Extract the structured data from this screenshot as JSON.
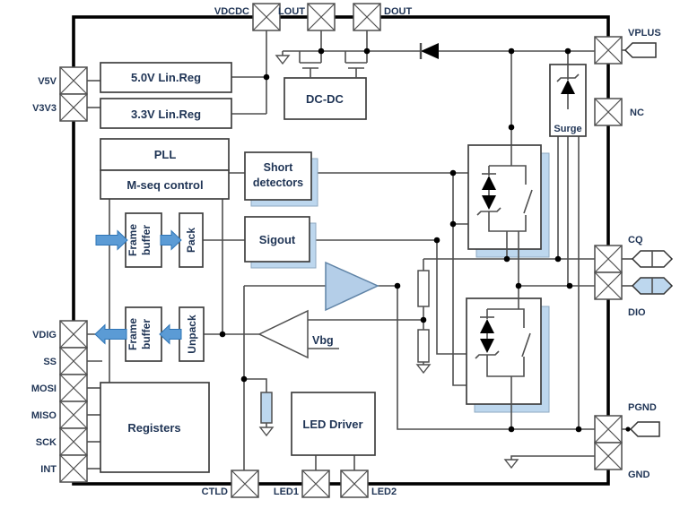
{
  "diagram_type": "ic-block-diagram",
  "labels": {
    "vdcdc": "VDCDC",
    "lout": "LOUT",
    "dout": "DOUT",
    "v5v": "V5V",
    "v3v3": "V3V3",
    "vdig": "VDIG",
    "ss": "SS",
    "mosi": "MOSI",
    "miso": "MISO",
    "sck": "SCK",
    "int": "INT",
    "vplus": "VPLUS",
    "nc": "NC",
    "cq": "CQ",
    "dio": "DIO",
    "pgnd": "PGND",
    "gnd": "GND",
    "ctld": "CTLD",
    "led1": "LED1",
    "led2": "LED2"
  },
  "blocks": {
    "linreg5": "5.0V Lin.Reg",
    "linreg3": "3.3V Lin.Reg",
    "pll": "PLL",
    "mseq": "M-seq control",
    "short1": "Short",
    "short2": "detectors",
    "frame": "Frame",
    "buffer": "buffer",
    "pack": "Pack",
    "unpack": "Unpack",
    "sigout": "Sigout",
    "registers": "Registers",
    "dcdc": "DC-DC",
    "led_driver": "LED Driver",
    "surge": "Surge",
    "vbg": "Vbg"
  },
  "colors": {
    "accent_blue": "#5b9bd5",
    "shadow_blue": "#bdd7ee",
    "amp_blue": "#b4cee8",
    "wire_gray": "#4f4f4f",
    "text_navy": "#1f3455",
    "border_black": "#000000"
  }
}
